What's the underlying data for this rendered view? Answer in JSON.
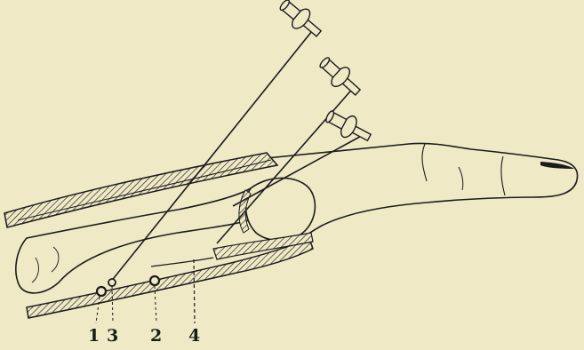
{
  "figure": {
    "background_color": "#efe9c6",
    "ink_color": "#1b1b1b",
    "needles": [
      {
        "name": "needle-1",
        "hub_icon": "syringe-hub-icon"
      },
      {
        "name": "needle-2",
        "hub_icon": "syringe-hub-icon"
      },
      {
        "name": "needle-3",
        "hub_icon": "syringe-hub-icon"
      }
    ],
    "labels": [
      "1",
      "3",
      "2",
      "4"
    ]
  }
}
